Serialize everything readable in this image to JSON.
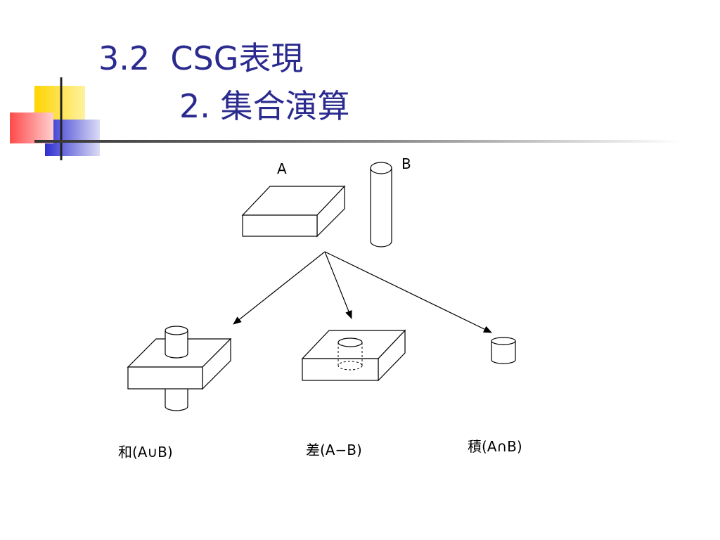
{
  "slide": {
    "title_line1": "3.2  CSG表現",
    "title_line2": "2. 集合演算"
  },
  "diagram": {
    "solid_a_label": "A",
    "solid_b_label": "B",
    "union_label": "和(A∪B)",
    "difference_label": "差(A−B)",
    "intersection_label": "積(A∩B)"
  },
  "colors": {
    "title": "#2b2b8f",
    "deco_yellow": "#ffd400",
    "deco_red": "#ff5a5a",
    "deco_blue": "#2e2ed0",
    "line": "#000000"
  }
}
